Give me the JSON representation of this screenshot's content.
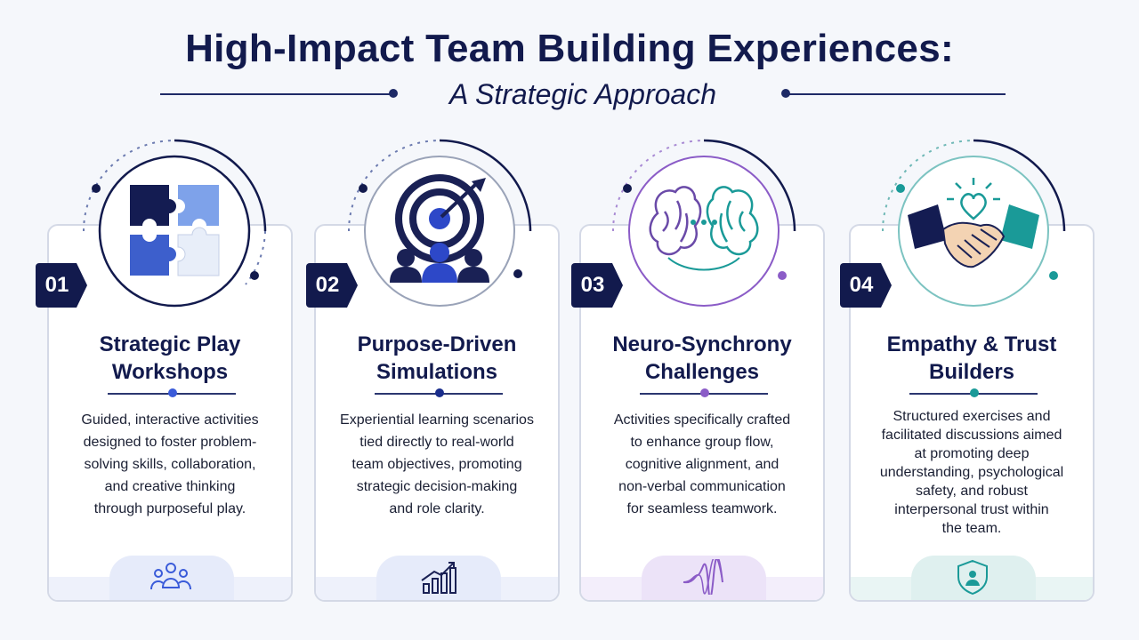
{
  "title": "High-Impact Team Building Experiences:",
  "subtitle": "A Strategic Approach",
  "colors": {
    "navy": "#121a4d",
    "blue_accent": "#3a5bd9",
    "purple_accent": "#8b5cc7",
    "teal_accent": "#1a9a98"
  },
  "cards": [
    {
      "number": "01",
      "title_line1": "Strategic Play",
      "title_line2": "Workshops",
      "desc_lines": [
        "Guided, interactive activities",
        "designed to foster problem-",
        "solving skills, collaboration,",
        "and creative thinking",
        "through purposeful play."
      ],
      "emblem_icon": "puzzle-icon",
      "footer_icon": "team-icon"
    },
    {
      "number": "02",
      "title_line1": "Purpose-Driven",
      "title_line2": "Simulations",
      "desc_lines": [
        "Experiential learning scenarios",
        "tied directly to real-world",
        "team objectives, promoting",
        "strategic decision-making",
        "and role clarity."
      ],
      "emblem_icon": "target-team-icon",
      "footer_icon": "growth-chart-icon"
    },
    {
      "number": "03",
      "title_line1": "Neuro-Synchrony",
      "title_line2": "Challenges",
      "desc_lines": [
        "Activities specifically crafted",
        "to enhance group flow,",
        "cognitive alignment, and",
        "non-verbal communication",
        "for seamless teamwork."
      ],
      "emblem_icon": "brains-icon",
      "footer_icon": "wave-icon"
    },
    {
      "number": "04",
      "title_line1": "Empathy & Trust",
      "title_line2": "Builders",
      "desc_lines": [
        "Structured exercises and",
        "facilitated discussions aimed",
        "at promoting deep",
        "understanding, psychological",
        "safety, and robust",
        "interpersonal trust within",
        "the team."
      ],
      "emblem_icon": "handshake-heart-icon",
      "footer_icon": "shield-person-icon"
    }
  ]
}
